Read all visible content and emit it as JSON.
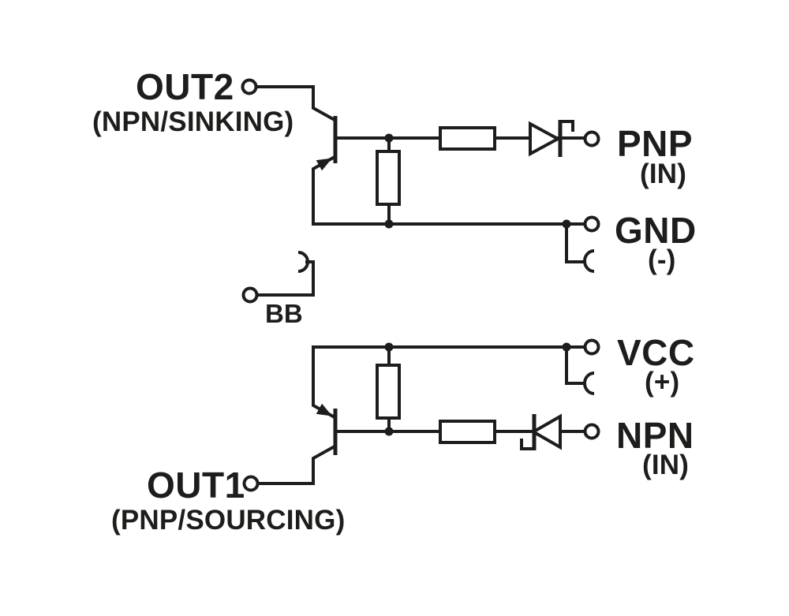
{
  "colors": {
    "line": "#1d1d1b",
    "background": "#ffffff"
  },
  "labels": {
    "out2": {
      "main": "OUT2",
      "sub": "(NPN/SINKING)"
    },
    "pnp": {
      "main": "PNP",
      "sub": "(IN)"
    },
    "gnd": {
      "main": "GND",
      "sub": "(-)"
    },
    "bb": {
      "main": "BB"
    },
    "vcc": {
      "main": "VCC",
      "sub": "(+)"
    },
    "npn": {
      "main": "NPN",
      "sub": "(IN)"
    },
    "out1": {
      "main": "OUT1",
      "sub": "(PNP/SOURCING)"
    }
  }
}
